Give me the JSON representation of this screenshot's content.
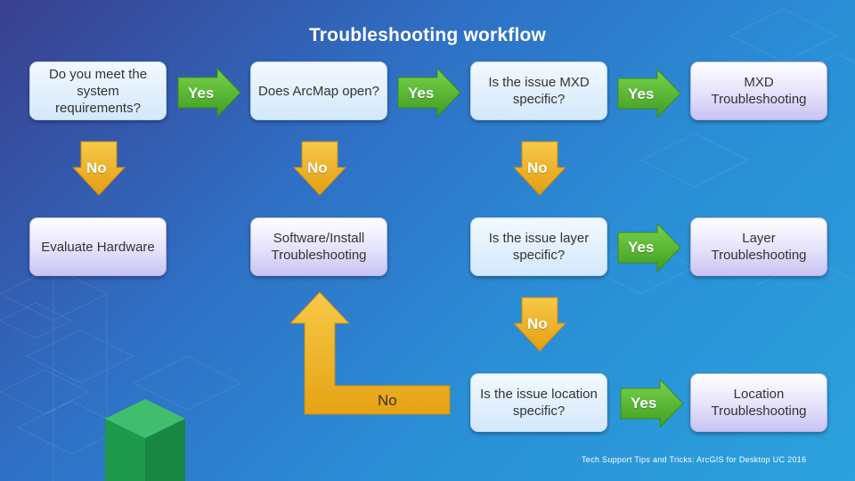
{
  "title": "Troubleshooting workflow",
  "nodes": {
    "req": "Do you meet the system requirements?",
    "arcmap": "Does ArcMap open?",
    "mxd_q": "Is the issue MXD specific?",
    "mxd_ts": "MXD Troubleshooting",
    "hardware": "Evaluate Hardware",
    "software": "Software/Install Troubleshooting",
    "layer_q": "Is the issue layer specific?",
    "layer_ts": "Layer Troubleshooting",
    "loc_q": "Is the issue location specific?",
    "loc_ts": "Location Troubleshooting"
  },
  "labels": {
    "yes": "Yes",
    "no": "No"
  },
  "footer": "Tech Support Tips and Tricks: ArcGIS for Desktop UC 2016",
  "colors": {
    "yes_arrow": "#5cb833",
    "no_arrow": "#f2b01e",
    "box_blue": "#d3e8fb",
    "box_lavender": "#c9c3f2"
  }
}
